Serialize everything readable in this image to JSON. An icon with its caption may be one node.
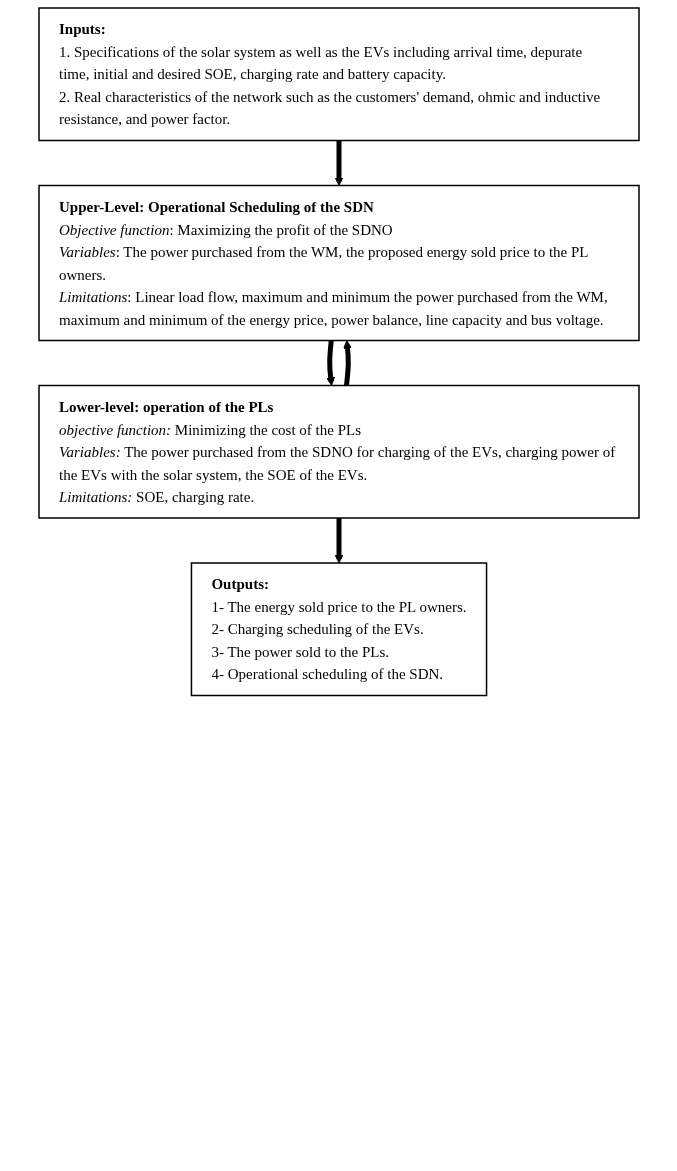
{
  "diagram": {
    "nodes": [
      {
        "text": [
          "Inputs:",
          "1. Specifications of the solar system as well as the EVs including arrival time, depurate time, initial and desired SOE, charging rate and battery capacity.",
          "2. Real characteristics of the network such as the customers' demand, ohmic and inductive resistance, and power factor."
        ]
      },
      {
        "text": [
          "Upper-Level: Operational Scheduling of the SDN",
          "*Objective function*: Maximizing the profit of the SDNO",
          "*Variables*: The power purchased from the WM, the proposed energy sold price to the PL owners.",
          "*Limitations*: Linear load flow, maximum and minimum the power purchased from the WM, maximum and minimum of the energy price, power balance, line capacity and bus voltage."
        ]
      },
      {
        "text": [
          "Lower-level: operation of the PLs",
          "*objective function:* Minimizing the cost of the PLs",
          "*Variables:* The power purchased from the SDNO for charging of the EVs, charging power of the EVs with the solar system, the SOE of the EVs.",
          "*Limitations:* SOE, charging rate."
        ]
      },
      {
        "text": [
          "Outputs:",
          "1- The energy sold price to the PL owners.",
          "2- Charging scheduling of the EVs.",
          "3- The power sold to the PLs.",
          "4- Operational scheduling of the SDN."
        ]
      }
    ],
    "edges": [
      {
        "from": 0,
        "to": 1,
        "arrow": "to"
      },
      {
        "from": 2,
        "to": 1,
        "arrow": "to"
      },
      {
        "from": 1,
        "to": 2,
        "arrow": "to"
      },
      {
        "from": 2,
        "to": 3,
        "arrow": "to"
      }
    ]
  }
}
